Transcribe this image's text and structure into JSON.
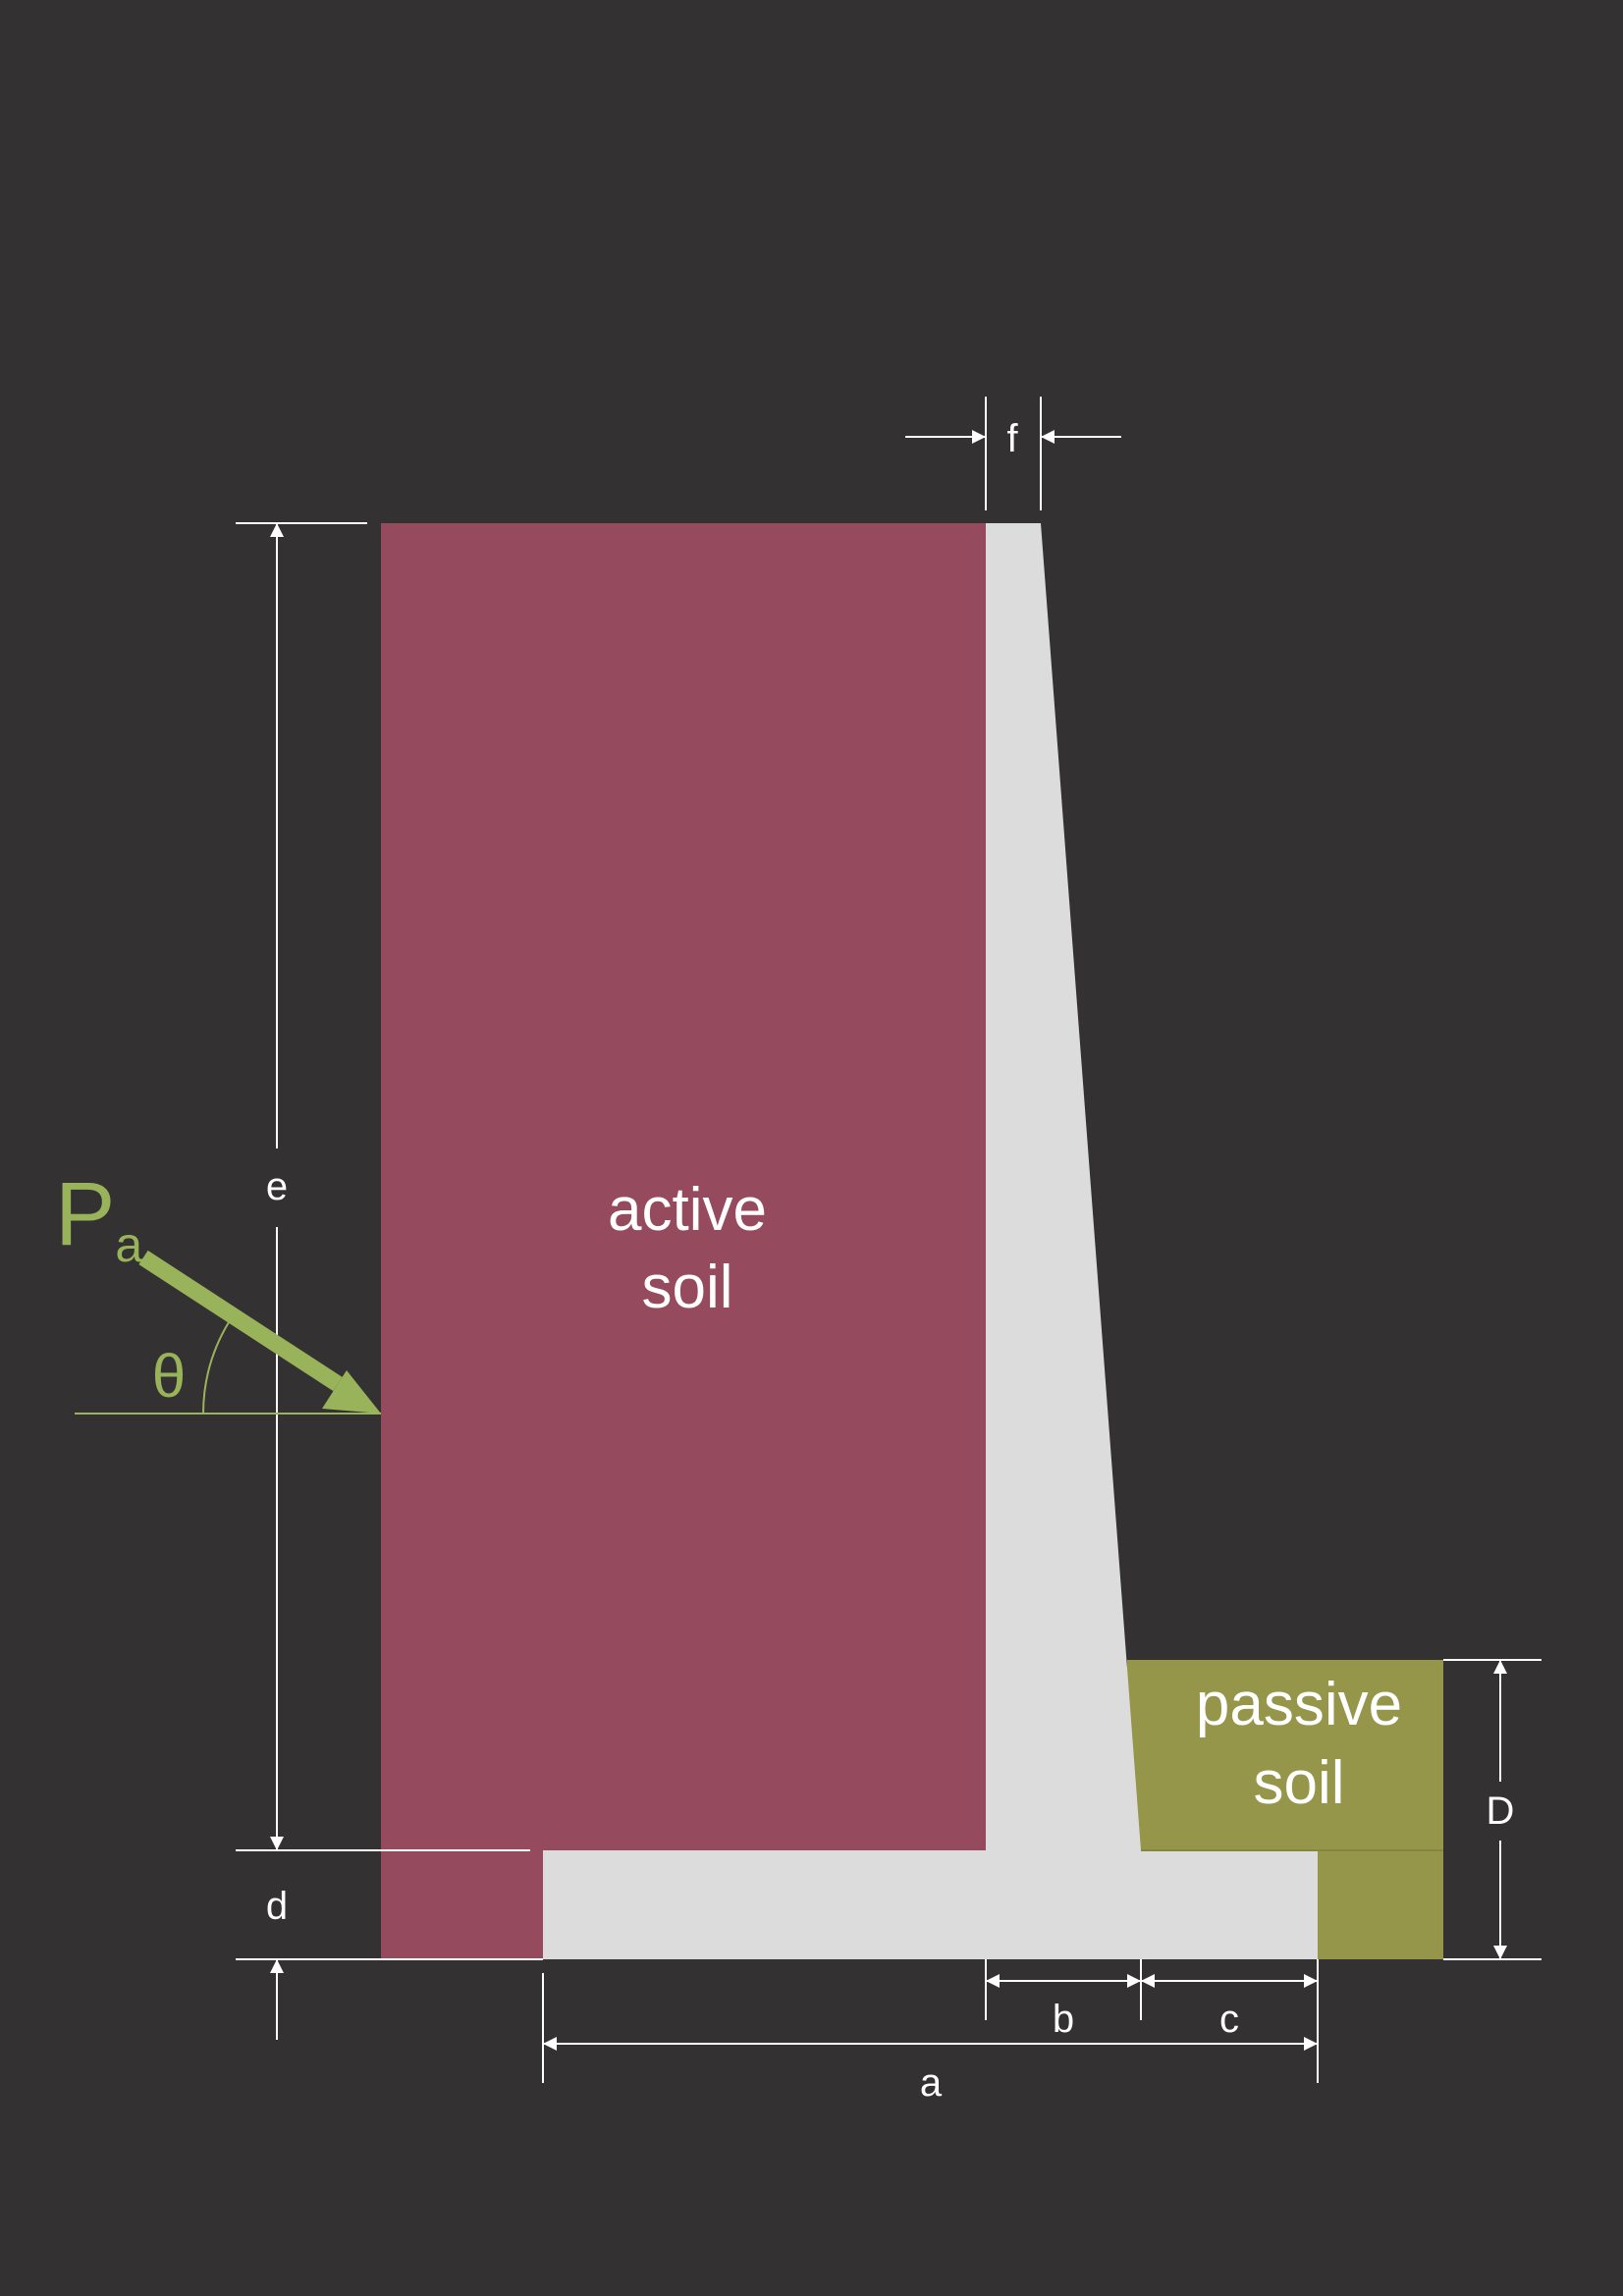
{
  "colors": {
    "background": "#333132",
    "active_soil": "#954b5d",
    "passive_soil": "#95964a",
    "wall": "#dcdcdc",
    "force_arrow": "#99b35a",
    "dimension_lines": "#ffffff"
  },
  "soil_labels": {
    "active_line1": "active",
    "active_line2": "soil",
    "passive_line1": "passive",
    "passive_line2": "soil"
  },
  "force": {
    "symbol": "P",
    "subscript": "a",
    "angle_symbol": "θ"
  },
  "dimensions": {
    "a": "a",
    "b": "b",
    "c": "c",
    "d": "d",
    "e": "e",
    "f": "f",
    "D": "D"
  }
}
